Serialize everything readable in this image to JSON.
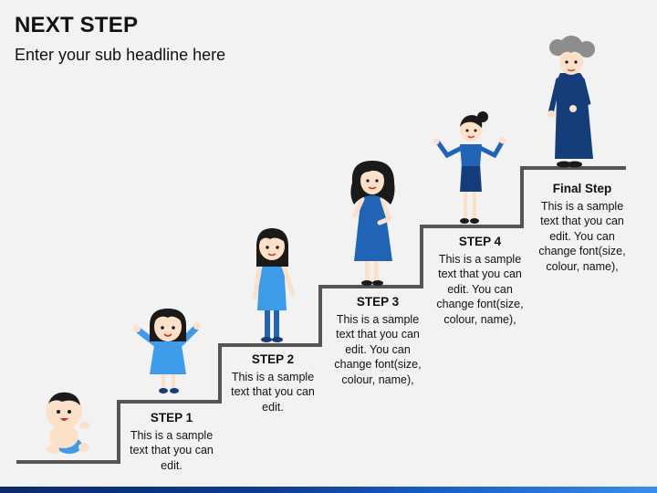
{
  "header": {
    "title": "NEXT STEP",
    "subtitle": "Enter your sub headline here"
  },
  "steps": [
    {
      "heading": "STEP 1",
      "body": "This is a sample text that you can edit."
    },
    {
      "heading": "STEP 2",
      "body": "This is a sample text that you can edit."
    },
    {
      "heading": "STEP 3",
      "body": "This is a sample text that you can edit. You can change font(size, colour, name),"
    },
    {
      "heading": "STEP 4",
      "body": "This is a sample text that you can edit. You can change font(size, colour, name),"
    },
    {
      "heading": "Final Step",
      "body": "This is a sample text that you can edit. You can change font(size, colour, name),"
    }
  ],
  "colors": {
    "stair": "#555555",
    "blue_light": "#3d9be9",
    "blue_mid": "#2065b5",
    "blue_dark": "#143d7a",
    "skin": "#fde0c8",
    "hair": "#1a1a1a",
    "hair_grey": "#8c8c8c"
  }
}
